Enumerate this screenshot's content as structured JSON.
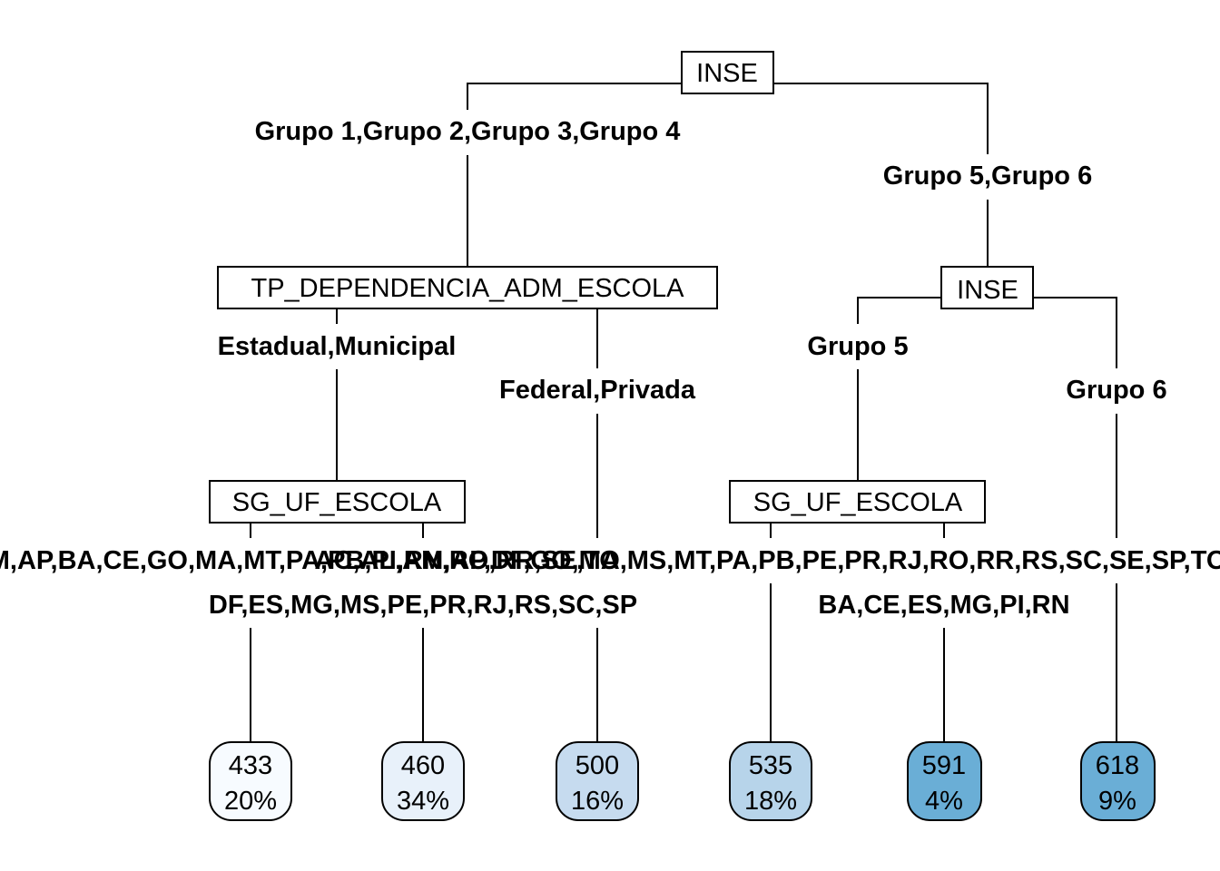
{
  "nodes": {
    "root": "INSE",
    "dependencia": "TP_DEPENDENCIA_ADM_ESCOLA",
    "inse2": "INSE",
    "uf_left": "SG_UF_ESCOLA",
    "uf_right": "SG_UF_ESCOLA"
  },
  "splits": {
    "root_left": "Grupo 1,Grupo 2,Grupo 3,Grupo 4",
    "root_right": "Grupo 5,Grupo 6",
    "dep_left": "Estadual,Municipal",
    "dep_right": "Federal,Privada",
    "inse_left": "Grupo 5",
    "inse_right": "Grupo 6",
    "uf_left_a": "AC,AL,AM,AP,BA,CE,GO,MA,MT,PA,PB,PI,RN,RO,RR,SE,TO",
    "uf_left_b": "DF,ES,MG,MS,PE,PR,RJ,RS,SC,SP",
    "uf_right_a": "AC,AL,AM,AP,DF,GO,MA,MS,MT,PA,PB,PE,PR,RJ,RO,RR,RS,SC,SE,SP,TO",
    "uf_right_b": "BA,CE,ES,MG,PI,RN"
  },
  "leaves": [
    {
      "value": "433",
      "pct": "20%",
      "color": "#f7fbff"
    },
    {
      "value": "460",
      "pct": "34%",
      "color": "#e8f1fa"
    },
    {
      "value": "500",
      "pct": "16%",
      "color": "#c6dbef"
    },
    {
      "value": "535",
      "pct": "18%",
      "color": "#b7d4ea"
    },
    {
      "value": "591",
      "pct": "4%",
      "color": "#6aaed6"
    },
    {
      "value": "618",
      "pct": "9%",
      "color": "#6aaed6"
    }
  ]
}
